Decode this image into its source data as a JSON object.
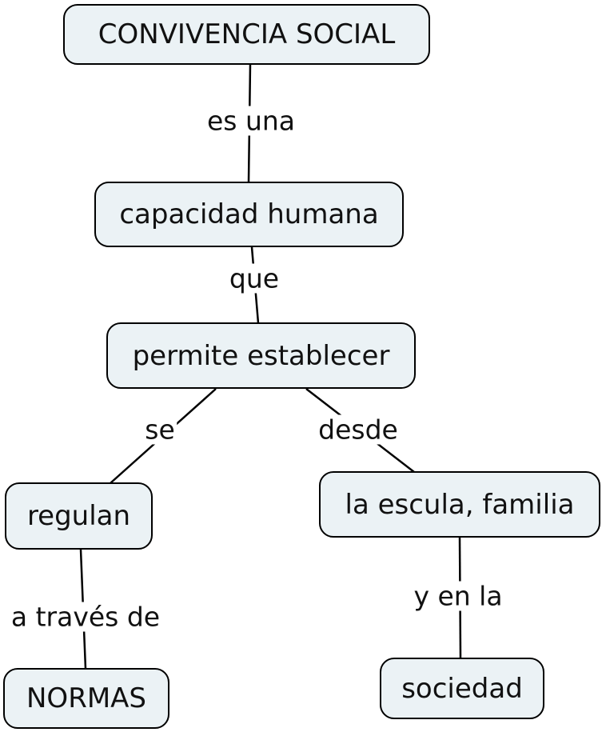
{
  "nodes": {
    "convivencia": "CONVIVENCIA SOCIAL",
    "capacidad": "capacidad humana",
    "permite": "permite establecer",
    "regulan": "regulan",
    "escuela": "la escula, familia",
    "normas": "NORMAS",
    "sociedad": "sociedad"
  },
  "links": {
    "es_una": "es una",
    "que": "que",
    "se": "se",
    "desde": "desde",
    "a_traves_de": "a través de",
    "y_en_la": "y en la"
  },
  "colors": {
    "node_fill": "#ebf2f5",
    "border": "#000000"
  }
}
